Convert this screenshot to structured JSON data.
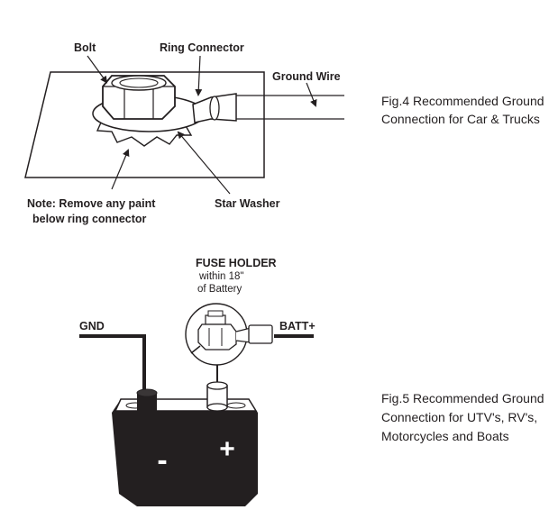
{
  "fig4": {
    "labels": {
      "bolt": "Bolt",
      "ring_connector": "Ring Connector",
      "ground_wire": "Ground Wire",
      "note_line1": "Note: Remove any paint",
      "note_line2": "below ring connector",
      "star_washer": "Star Washer"
    },
    "caption_line1": "Fig.4 Recommended Ground",
    "caption_line2": "Connection for Car & Trucks"
  },
  "fig5": {
    "labels": {
      "fuse_holder": "FUSE HOLDER",
      "fuse_within": "within 18\"",
      "fuse_battery": "of Battery",
      "gnd": "GND",
      "batt": "BATT+",
      "minus": "-",
      "plus": "+"
    },
    "caption_line1": "Fig.5 Recommended Ground",
    "caption_line2": "Connection for UTV's, RV's,",
    "caption_line3": "Motorcycles and Boats"
  }
}
